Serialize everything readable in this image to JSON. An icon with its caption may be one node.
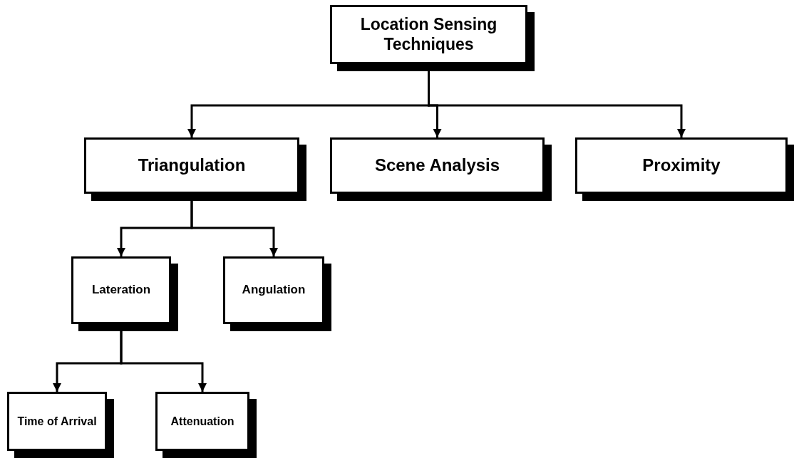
{
  "diagram": {
    "nodes": [
      {
        "text": [
          "Location Sensing Techniques"
        ]
      },
      {
        "text": [
          "Triangulation"
        ]
      },
      {
        "text": [
          "Scene Analysis"
        ]
      },
      {
        "text": [
          "Proximity"
        ]
      },
      {
        "text": [
          "Lateration"
        ]
      },
      {
        "text": [
          "Angulation"
        ]
      },
      {
        "text": [
          "Time of Arrival"
        ]
      },
      {
        "text": [
          "Attenuation"
        ]
      }
    ],
    "edges": [
      {
        "from": 0,
        "to": 1,
        "arrow": "to"
      },
      {
        "from": 0,
        "to": 2,
        "arrow": "to"
      },
      {
        "from": 0,
        "to": 3,
        "arrow": "to"
      },
      {
        "from": 1,
        "to": 4,
        "arrow": "to"
      },
      {
        "from": 1,
        "to": 5,
        "arrow": "to"
      },
      {
        "from": 4,
        "to": 6,
        "arrow": "to"
      },
      {
        "from": 4,
        "to": 7,
        "arrow": "to"
      }
    ]
  }
}
